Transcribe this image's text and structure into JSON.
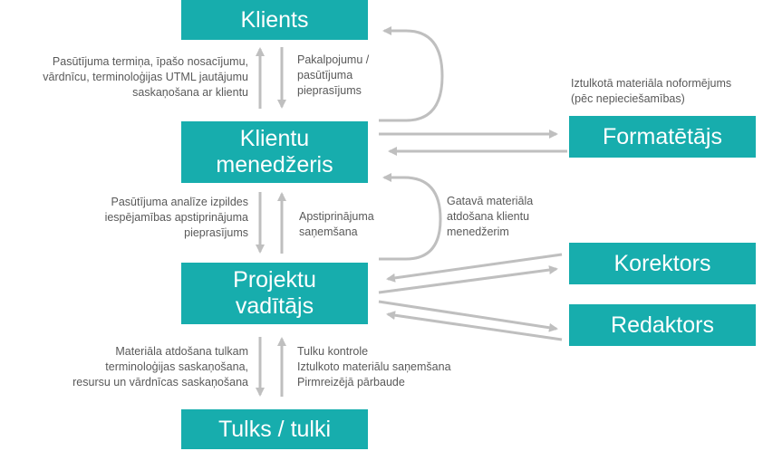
{
  "nodes": {
    "klients": "Klients",
    "klientu_menedzeris": "Klientu\nmenedžeris",
    "projektu_vaditajs": "Projektu\nvadītājs",
    "tulks": "Tulks / tulki",
    "formatetajs": "Formatētājs",
    "korektors": "Korektors",
    "redaktors": "Redaktors"
  },
  "labels": {
    "km_to_klients": "Pasūtījuma termiņa, īpašo nosacījumu,\nvārdnīcu, terminoloģijas UTML jautājumu\nsaskaņošana ar klientu",
    "klients_to_km": "Pakalpojumu /\npasūtījuma\npieprasījums",
    "formatting": "Iztulkotā materiāla noformējums\n(pēc nepieciešamības)",
    "km_to_pv": "Pasūtījuma analīze izpildes\niespējamības apstiprinājuma\npieprasījums",
    "pv_to_km": "Apstiprinājuma\nsaņemšana",
    "finished_material": "Gatavā materiāla\natdošana klientu\nmenedžerim",
    "pv_to_tulks": "Materiāla atdošana tulkam\nterminoloģijas saskaņošana,\nresursu un vārdnīcas saskaņošana",
    "tulks_to_pv": "Tulku kontrole\nIztulkoto materiālu saņemšana\nPirmreizējā pārbaude"
  },
  "colors": {
    "box": "#17adad",
    "arrow": "#bfbfbf",
    "text": "#595959"
  }
}
